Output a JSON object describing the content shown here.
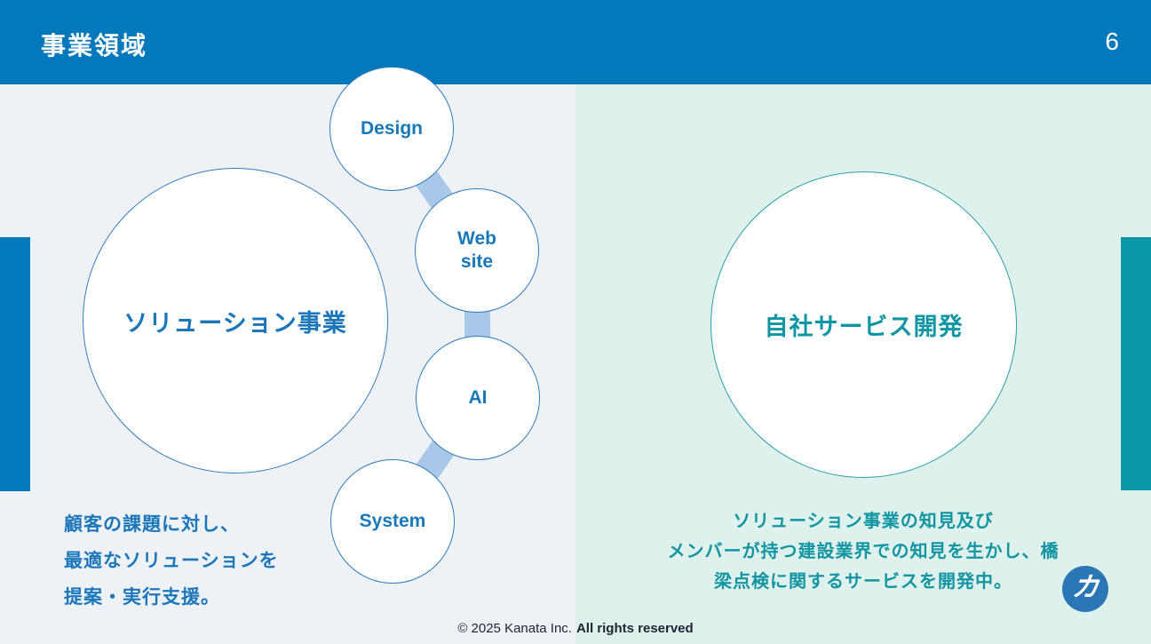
{
  "header": {
    "title": "事業領域",
    "page_number": "6"
  },
  "solution": {
    "circle_label": "ソリューション事業",
    "sub_circles": [
      {
        "label": "Design"
      },
      {
        "label": "Web site"
      },
      {
        "label": "AI"
      },
      {
        "label": "System"
      }
    ],
    "description_lines": [
      "顧客の課題に対し、",
      "最適なソリューションを",
      "提案・実行支援。"
    ]
  },
  "service": {
    "circle_label": "自社サービス開発",
    "description_lines": [
      "ソリューション事業の知見及び",
      "メンバーが持つ建設業界での知見を生かし、橋",
      "梁点検に関するサービスを開発中。"
    ]
  },
  "footer": {
    "copyright": "© 2025 Kanata Inc.",
    "rights": "All rights reserved"
  },
  "logo": {
    "glyph": "カ"
  },
  "colors": {
    "header_blue": "#0379BB",
    "accent_teal": "#0A96A4",
    "panel_left_bg": "#EEF2F7",
    "panel_right_bg": "#DEF1EC",
    "text_blue": "#1B76BA",
    "text_teal": "#1295A3",
    "connector_blue": "#A9C8E9",
    "circle_border_blue": "#2F7CBE",
    "circle_border_teal": "#2C9EAB",
    "logo_blue": "#2B76B5"
  }
}
